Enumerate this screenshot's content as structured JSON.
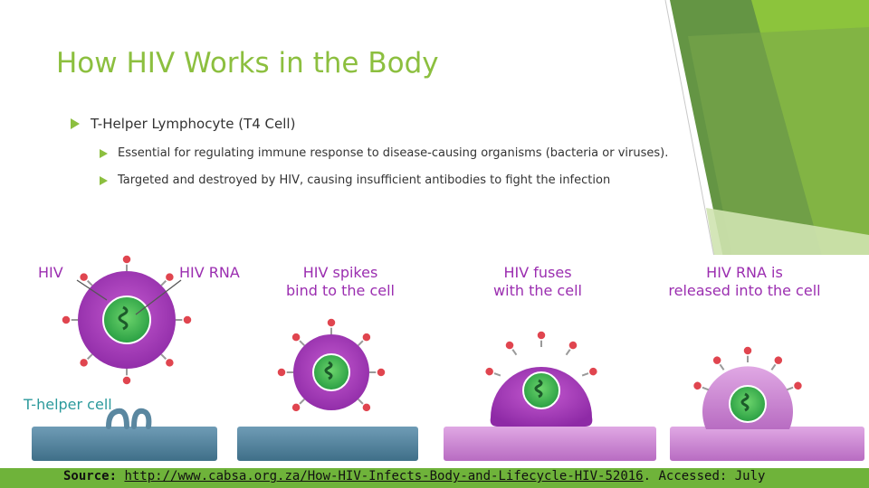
{
  "title": "How HIV Works in the Body",
  "bullets": {
    "main": "T-Helper Lymphocyte (T4 Cell)",
    "sub1": "Essential for regulating immune response to disease-causing organisms (bacteria or viruses).",
    "sub2": "Targeted and destroyed by HIV, causing insufficient antibodies to fight the infection"
  },
  "figure": {
    "label_hiv": "HIV",
    "label_hiv_rna": "HIV RNA",
    "label_spikes_1": "HIV spikes",
    "label_spikes_2": "bind to the cell",
    "label_fuses_1": "HIV fuses",
    "label_fuses_2": "with the cell",
    "label_released_1": "HIV RNA is",
    "label_released_2": "released into the cell",
    "label_thelper": "T-helper cell"
  },
  "source": {
    "label": "Source:",
    "url": "http://www.cabsa.org.za/How-HIV-Infects-Body-and-Lifecycle-HIV-52016",
    "accessed": ". Accessed: July"
  },
  "colors": {
    "accent": "#8cbf3f",
    "virus_purple": "#8e2aa6",
    "virus_magenta": "#c44ab8",
    "core_green": "#2ea84a",
    "spike_red": "#e0454f",
    "cell_blue": "#5a87a0",
    "cell_lilac": "#cf8fd6",
    "label_purple": "#9b2eb0",
    "label_teal": "#2c9a9c"
  }
}
